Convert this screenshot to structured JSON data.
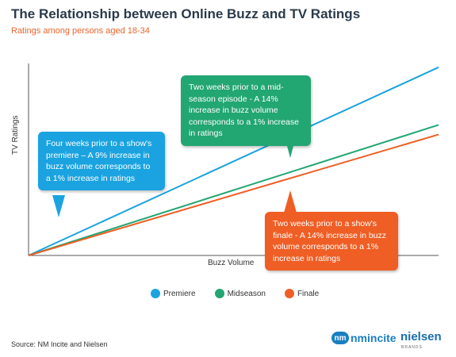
{
  "chart_data": {
    "type": "line",
    "title": "The Relationship between Online Buzz and TV Ratings",
    "subtitle": "Ratings among persons aged 18-34",
    "xlabel": "Buzz Volume",
    "ylabel": "TV Ratings",
    "x": [
      0,
      1
    ],
    "xlim": [
      0,
      1
    ],
    "ylim": [
      0,
      1
    ],
    "grid": false,
    "legend_position": "bottom",
    "series": [
      {
        "name": "Premiere",
        "values": [
          0,
          0.98
        ],
        "color": "#1aa3e0"
      },
      {
        "name": "Midseason",
        "values": [
          0,
          0.68
        ],
        "color": "#22a672"
      },
      {
        "name": "Finale",
        "values": [
          0,
          0.63
        ],
        "color": "#ef5e24"
      }
    ],
    "annotations": [
      {
        "series": "Premiere",
        "text": "Four weeks prior to a show's premiere – A 9% increase in buzz volume corresponds to a 1% increase in ratings",
        "color": "#1aa3e0"
      },
      {
        "series": "Midseason",
        "text": "Two weeks prior to a mid-season episode - A 14% increase in buzz volume corresponds to a 1% increase in ratings",
        "color": "#22a672"
      },
      {
        "series": "Finale",
        "text": "Two weeks prior to a show's finale - A 14% increase in buzz volume corresponds to a 1% increase in ratings",
        "color": "#ef5e24"
      }
    ]
  },
  "source": "Source: NM Incite and Nielsen",
  "logos": {
    "nm_incite": "nmincite",
    "nm_mark": "nm",
    "nielsen": "nielsen",
    "nielsen_sub": "BRANDS"
  }
}
